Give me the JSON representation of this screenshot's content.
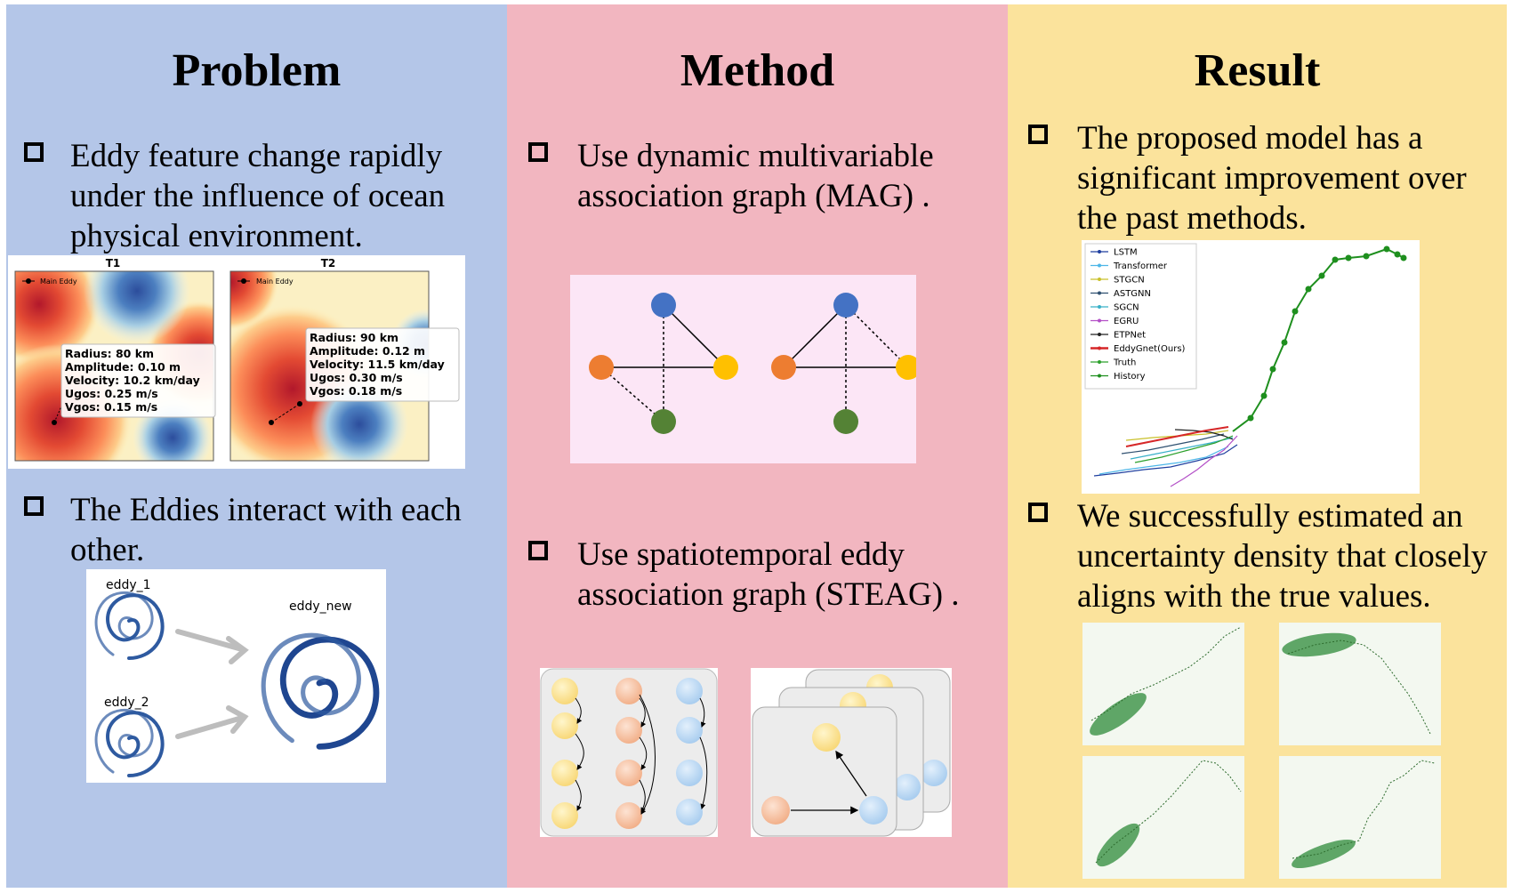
{
  "columns": {
    "problem": {
      "title": "Problem",
      "bullets": [
        "Eddy feature change rapidly under the influence of ocean physical environment.",
        "The Eddies interact with each other."
      ],
      "map_panels": [
        {
          "title": "T1",
          "legend": "Main Eddy",
          "info": [
            "Radius: 80 km",
            "Amplitude: 0.10 m",
            "Velocity: 10.2 km/day",
            "Ugos: 0.25 m/s",
            "Vgos: 0.15 m/s"
          ]
        },
        {
          "title": "T2",
          "legend": "Main Eddy",
          "info": [
            "Radius: 90 km",
            "Amplitude: 0.12 m",
            "Velocity: 11.5 km/day",
            "Ugos: 0.30 m/s",
            "Vgos: 0.18 m/s"
          ]
        }
      ],
      "merge_labels": {
        "eddy1": "eddy_1",
        "eddy2": "eddy_2",
        "new": "eddy_new"
      }
    },
    "method": {
      "title": "Method",
      "bullets": [
        "Use dynamic multivariable association graph (MAG) .",
        "Use spatiotemporal eddy association graph (STEAG) ."
      ],
      "node_colors": {
        "blue": "#4472c4",
        "orange": "#ed7d31",
        "yellow": "#ffc000",
        "green": "#548235"
      }
    },
    "result": {
      "title": "Result",
      "bullets": [
        "The proposed model has a significant improvement over the past methods.",
        "We successfully estimated an uncertainty density that closely aligns with the true values."
      ],
      "legend": [
        "LSTM",
        "Transformer",
        "STGCN",
        "ASTGNN",
        "SGCN",
        "EGRU",
        "ETPNet",
        "EddyGnet(Ours)",
        "Truth",
        "History"
      ],
      "legend_colors": [
        "#1f3f9f",
        "#4db6e8",
        "#c9c02a",
        "#2f5070",
        "#38b0c8",
        "#b34fc7",
        "#222222",
        "#d62728",
        "#2ca02c",
        "#1e8f1e"
      ]
    }
  }
}
